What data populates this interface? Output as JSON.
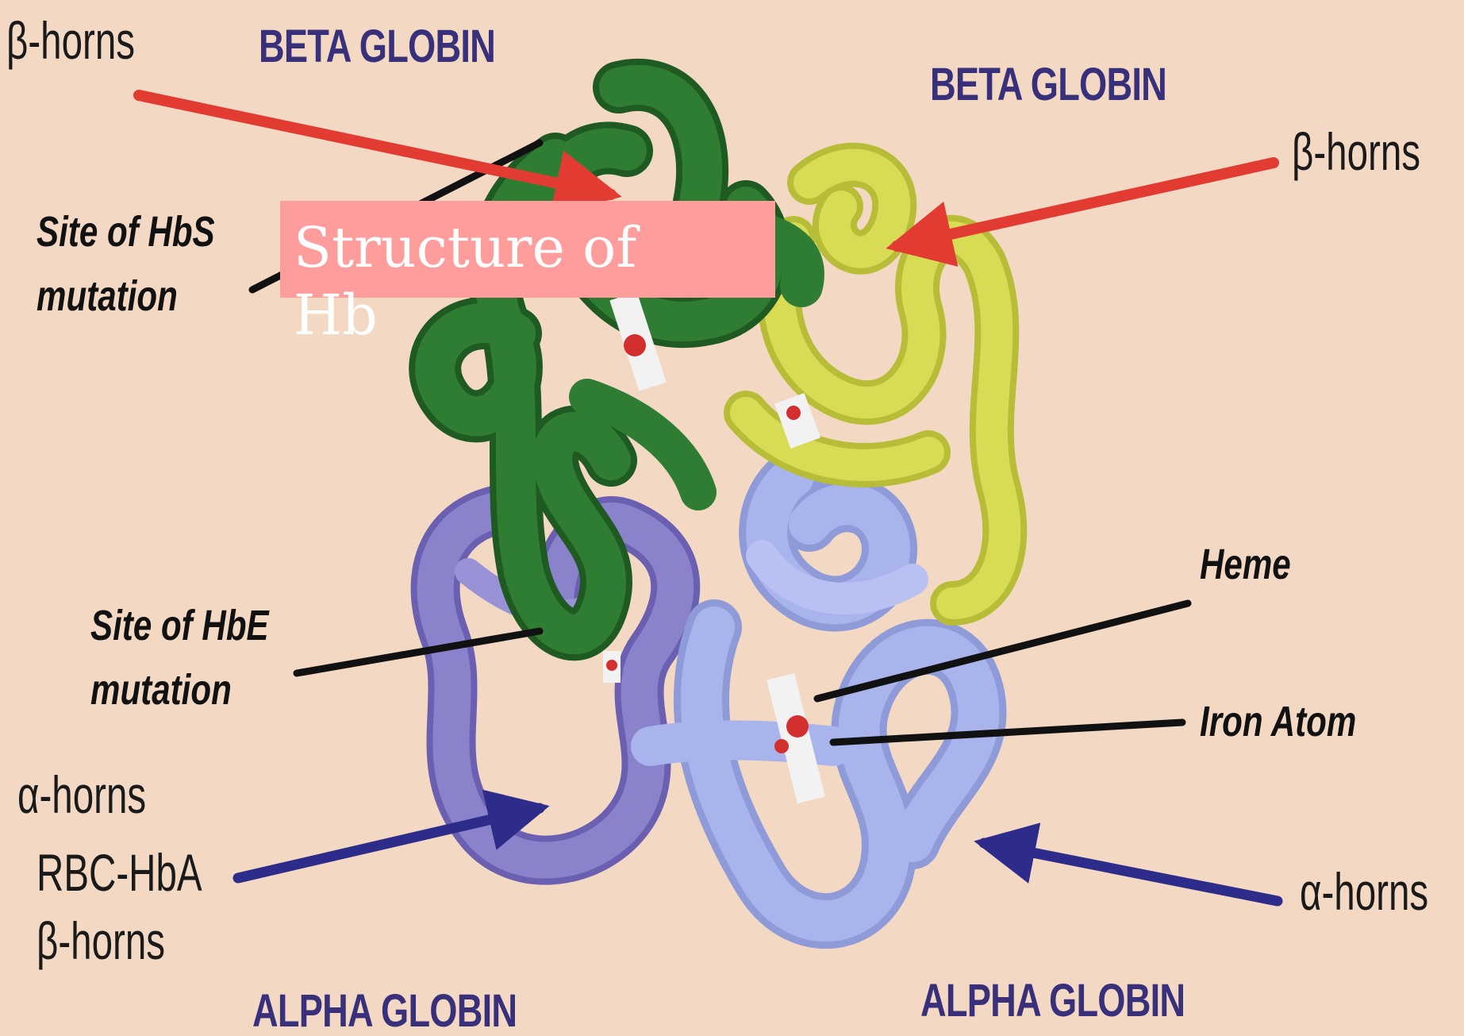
{
  "title": {
    "line1": "Structure of",
    "line2": "Hb"
  },
  "labels": {
    "beta_globin_left": "BETA GLOBIN",
    "beta_globin_right": "BETA GLOBIN",
    "alpha_globin_left": "ALPHA GLOBIN",
    "alpha_globin_right": "ALPHA GLOBIN",
    "beta_horns_top_left": "β-horns",
    "beta_horns_top_right": "β-horns",
    "site_hbs_line1": "Site of HbS",
    "site_hbs_line2": "mutation",
    "site_hbe_line1": "Site of HbE",
    "site_hbe_line2": "mutation",
    "heme": "Heme",
    "iron_atom": "Iron Atom",
    "alpha_horns_left": "α-horns",
    "rbc_hba": "RBC-HbA",
    "beta_horns_bottom_left": "β-horns",
    "alpha_horns_right": "α-horns"
  },
  "colors": {
    "background": "#f3d9c4",
    "beta_globin_dark_green": "#2f7d32",
    "beta_globin_yellow": "#d8dc55",
    "alpha_globin_purple": "#8b82cc",
    "alpha_globin_light_blue": "#aab4ec",
    "red_arrow": "#e23b32",
    "blue_arrow": "#2e2c8a",
    "title_box": "#ff9c9c"
  }
}
